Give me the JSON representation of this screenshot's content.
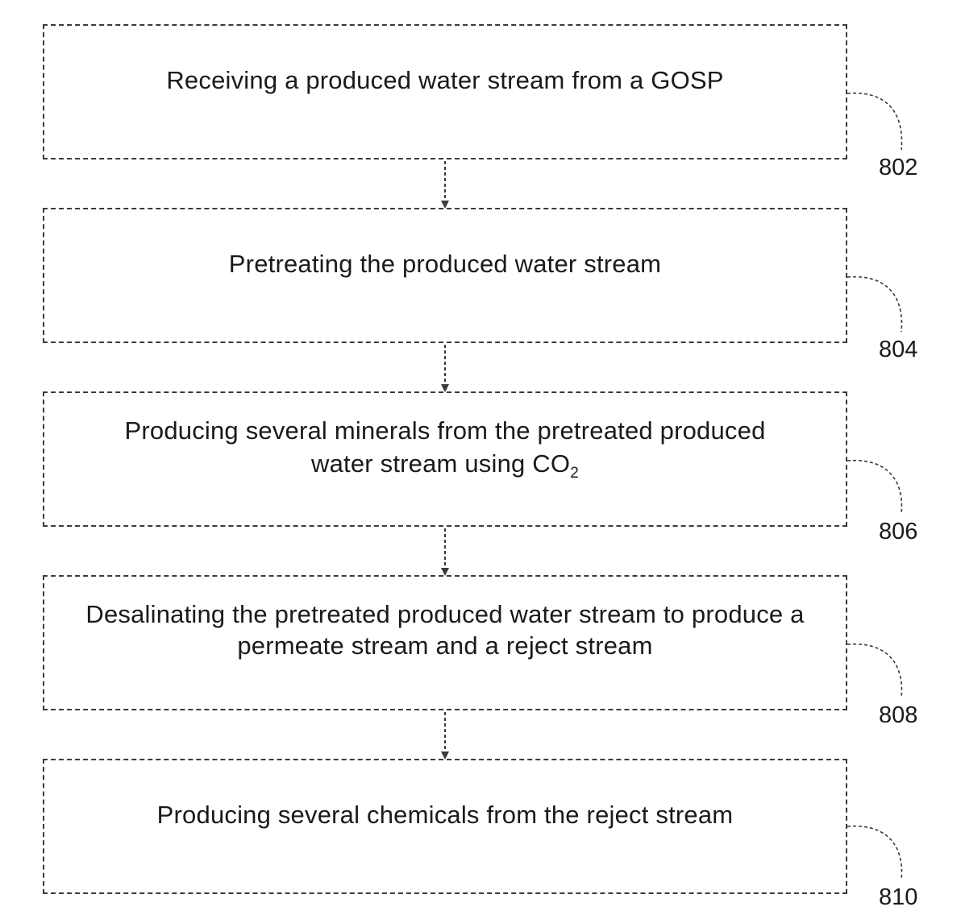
{
  "steps": [
    {
      "ref": "802",
      "lines": [
        "Receiving a produced water stream from a GOSP"
      ]
    },
    {
      "ref": "804",
      "lines": [
        "Pretreating the produced water stream"
      ]
    },
    {
      "ref": "806",
      "lines": [
        "Producing several minerals from the pretreated produced",
        "water stream using CO"
      ],
      "subscript": "2"
    },
    {
      "ref": "808",
      "lines": [
        "Desalinating the pretreated produced water stream to produce a",
        "permeate stream and a reject stream"
      ]
    },
    {
      "ref": "810",
      "lines": [
        "Producing several chemicals from the reject stream"
      ]
    }
  ],
  "colors": {
    "stroke": "#3a3a3a",
    "text": "#1a1a1a",
    "background": "#ffffff"
  }
}
